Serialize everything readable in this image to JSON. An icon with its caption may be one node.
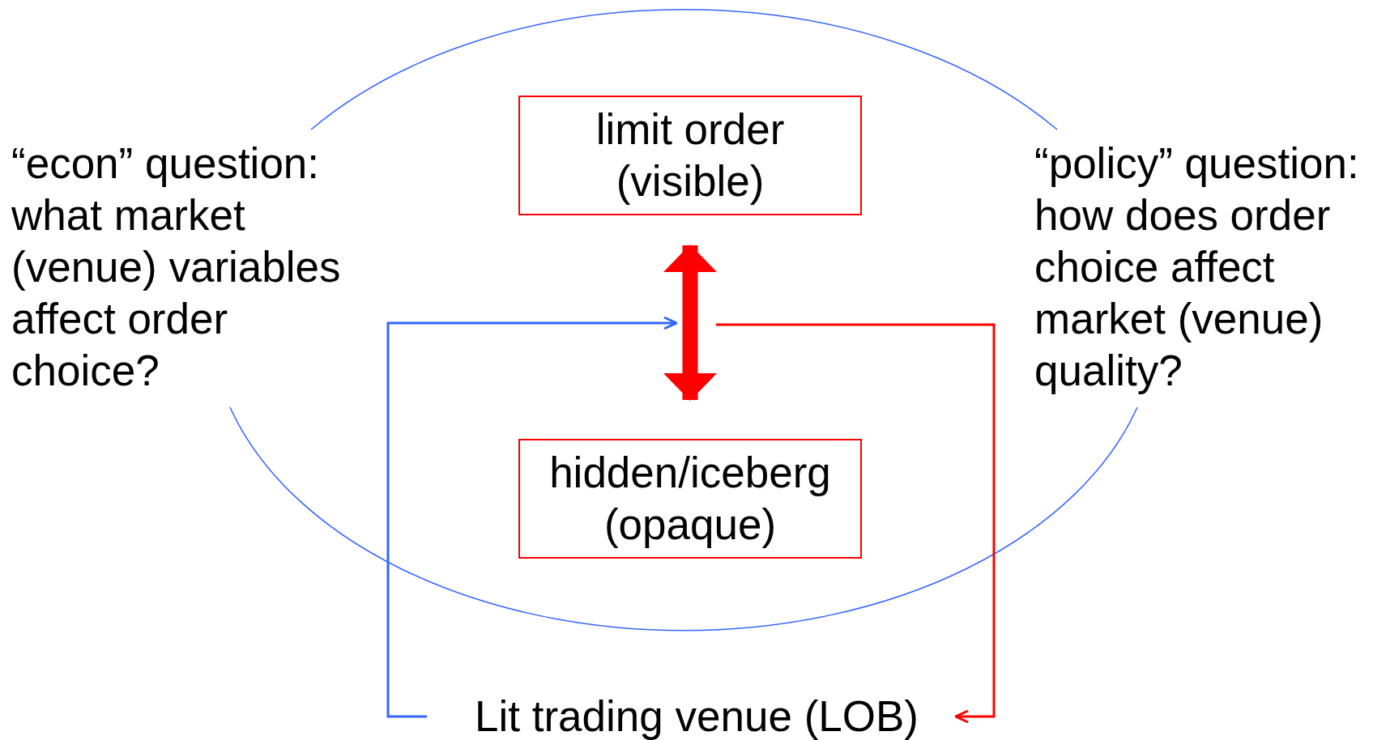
{
  "diagram": {
    "nodes": [
      {
        "text": [
          "limit order (visible)"
        ]
      },
      {
        "text": [
          "hidden/iceberg (opaque)"
        ]
      },
      {
        "text": [
          "Lit trading venue (LOB)"
        ]
      },
      {
        "text": [
          "“econ” question: what market (venue) variables affect order choice?"
        ]
      },
      {
        "text": [
          "“policy” question: how does order choice affect market (venue) quality?"
        ]
      }
    ],
    "edges": [
      {
        "from": 0,
        "to": 1,
        "arrow": "both",
        "style": "thick"
      },
      {
        "from": 2,
        "to": null,
        "arrow": "to",
        "color": "#3366ff"
      },
      {
        "from": null,
        "to": 2,
        "arrow": "to"
      }
    ]
  }
}
